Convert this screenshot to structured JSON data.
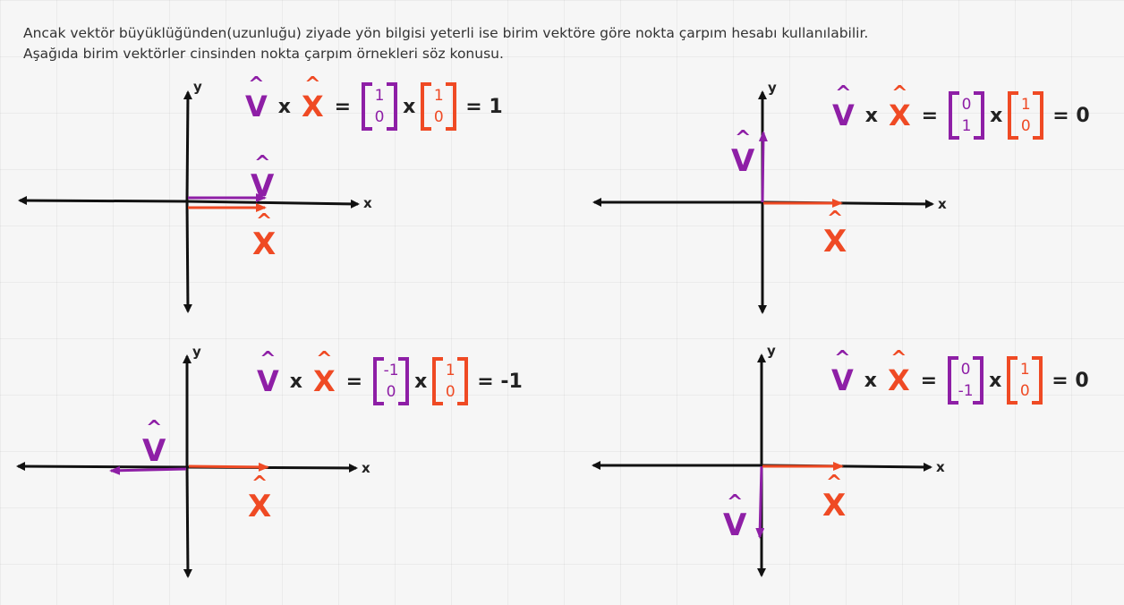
{
  "intro": {
    "line1": "Ancak vektör büyüklüğünden(uzunluğu) ziyade yön bilgisi yeterli ise birim vektöre göre nokta çarpım hesabı kullanılabilir.",
    "line2": "Aşağıda birim vektörler cinsinden nokta çarpım örnekleri söz konusu."
  },
  "axis_labels": {
    "x": "x",
    "y": "y"
  },
  "symbols": {
    "v": "V",
    "x": "X",
    "times": "x",
    "equals": "="
  },
  "colors": {
    "v": "#8e1fa6",
    "x": "#ef4a24",
    "axis": "#111111"
  },
  "examples": [
    {
      "v": [
        "1",
        "0"
      ],
      "x": [
        "1",
        "0"
      ],
      "result": "= 1",
      "v_direction": "right",
      "x_direction": "right"
    },
    {
      "v": [
        "0",
        "1"
      ],
      "x": [
        "1",
        "0"
      ],
      "result": "= 0",
      "v_direction": "up",
      "x_direction": "right"
    },
    {
      "v": [
        "-1",
        "0"
      ],
      "x": [
        "1",
        "0"
      ],
      "result": "= -1",
      "v_direction": "left",
      "x_direction": "right"
    },
    {
      "v": [
        "0",
        "-1"
      ],
      "x": [
        "1",
        "0"
      ],
      "result": "= 0",
      "v_direction": "down",
      "x_direction": "right"
    }
  ]
}
